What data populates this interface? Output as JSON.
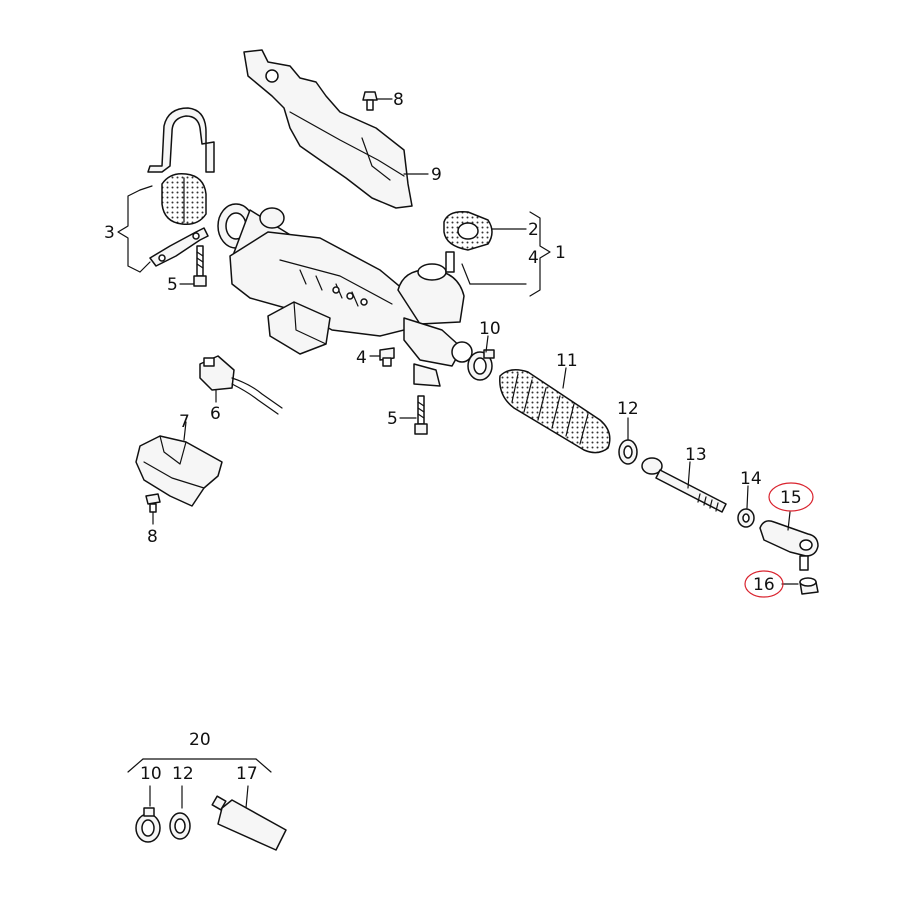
{
  "callouts": {
    "p1": "1",
    "p2": "2",
    "p3": "3",
    "p4a": "4",
    "p4b": "4",
    "p5a": "5",
    "p5b": "5",
    "p6": "6",
    "p7": "7",
    "p8a": "8",
    "p8b": "8",
    "p9": "9",
    "p10a": "10",
    "p10b": "10",
    "p11": "11",
    "p12a": "12",
    "p12b": "12",
    "p13": "13",
    "p14": "14",
    "p15": "15",
    "p16": "16",
    "p17": "17",
    "p20": "20"
  },
  "highlight_color": "#d9232e"
}
